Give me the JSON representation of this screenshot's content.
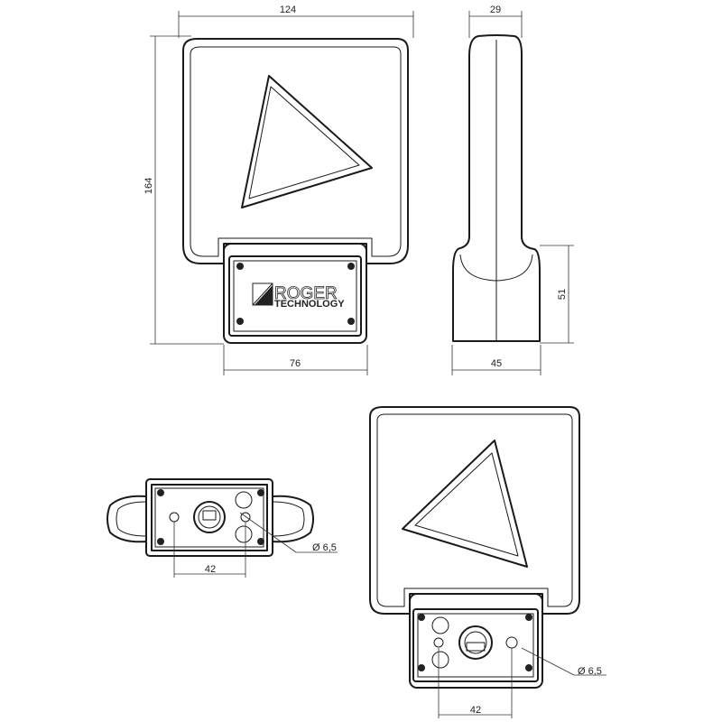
{
  "front_view": {
    "width_label": "124",
    "height_label": "164",
    "base_width_label": "76",
    "logo_line1": "ROGER",
    "logo_line2": "TECHNOLOGY"
  },
  "side_view": {
    "depth_label": "29",
    "base_depth_label": "45",
    "base_height_label": "51"
  },
  "bottom_view": {
    "hole_spacing_label": "42",
    "hole_diameter_label": "Ø 6,5"
  },
  "rear_view": {
    "hole_spacing_label": "42",
    "hole_diameter_label": "Ø 6,5"
  }
}
